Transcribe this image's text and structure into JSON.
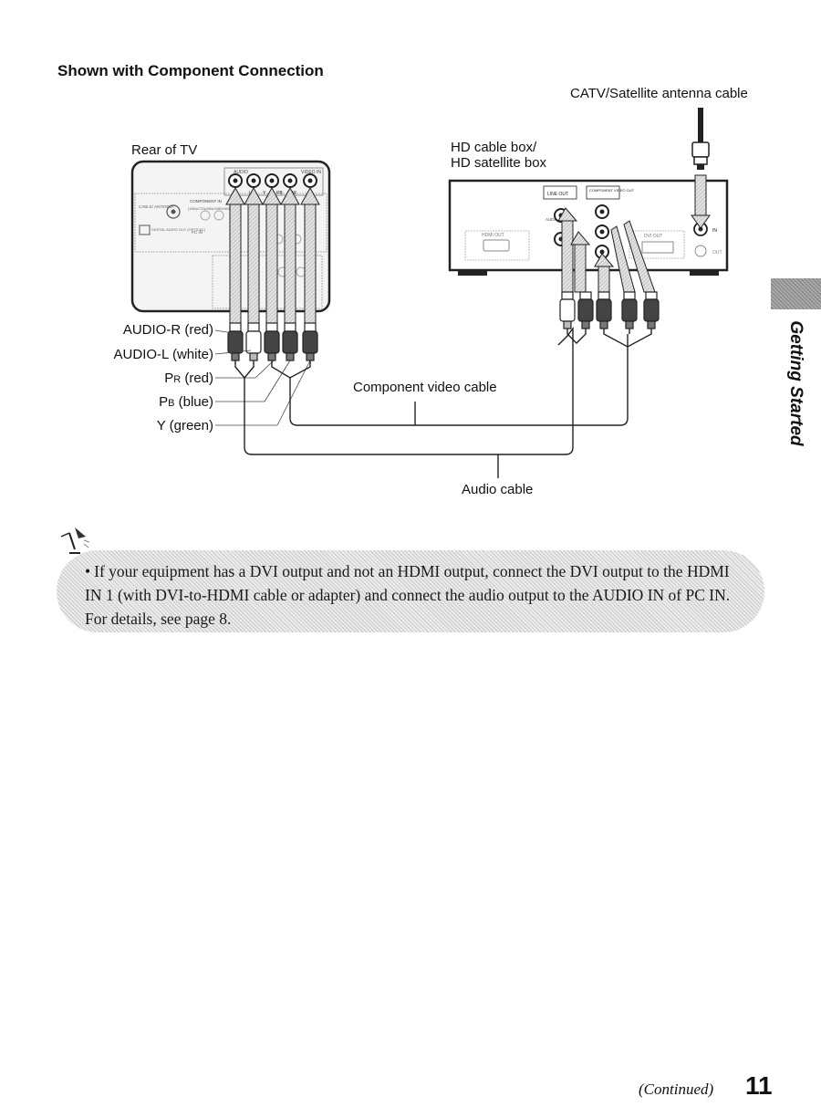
{
  "section_title": "Shown with Component Connection",
  "labels": {
    "catv": "CATV/Satellite antenna cable",
    "rear_tv": "Rear of TV",
    "hd_box_line1": "HD cable box/",
    "hd_box_line2": "HD satellite box",
    "audio_r": "AUDIO-R (red)",
    "audio_l": "AUDIO-L (white)",
    "pr_main": "P",
    "pr_sub": "R",
    "pr_rest": " (red)",
    "pb_main": "P",
    "pb_sub": "B",
    "pb_rest": " (blue)",
    "y": "Y (green)",
    "component_cable": "Component video cable",
    "audio_cable": "Audio cable"
  },
  "tv_panel": {
    "audio": "AUDIO",
    "video_in": "VIDEO IN",
    "component_in": "COMPONENT IN",
    "component_sub": "(1080p/720p/480p/1080i/480i)",
    "cable_antenna": "CABLE/ ANTENNA",
    "digital_audio_out": "DIGITAL AUDIO OUT (OPTICAL)",
    "pc_in": "PC IN",
    "r": "R",
    "l": "L",
    "y": "Y",
    "pb": "PB",
    "pr": "PR"
  },
  "box_panel": {
    "line_out": "LINE OUT",
    "component_video_out": "COMPONENT VIDEO OUT",
    "hdmi_out": "HDMI OUT",
    "audio": "AUDIO",
    "dvi_out": "DVI OUT",
    "in": "IN",
    "out": "OUT"
  },
  "side_tab": "Getting Started",
  "tip": {
    "icon": "tip-lamp-icon",
    "text": "If your equipment has a DVI output and not an HDMI output, connect the DVI output to the HDMI IN 1 (with DVI-to-HDMI cable or adapter) and connect the audio output to the AUDIO IN of PC IN. For details, see page 8."
  },
  "footer": {
    "continued": "(Continued)",
    "page_number": "11"
  }
}
